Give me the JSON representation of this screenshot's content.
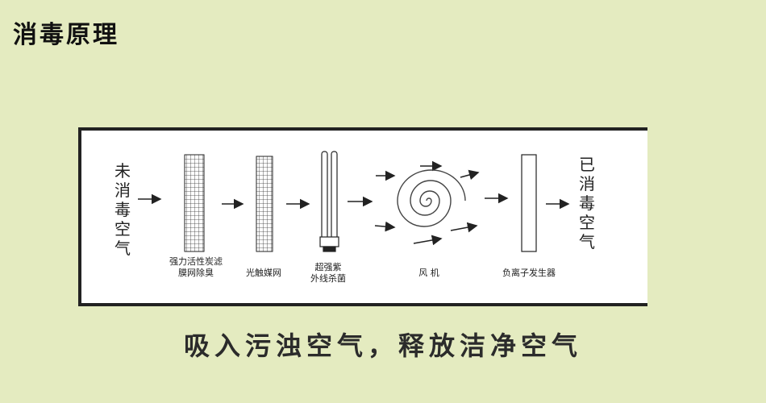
{
  "title": "消毒原理",
  "diagram": {
    "input_label": "未消毒空气",
    "output_label": "已消毒空气",
    "stages": [
      {
        "name": "activated-carbon-filter",
        "label": "强力活性炭滤\n膜网除臭"
      },
      {
        "name": "photocatalyst-mesh",
        "label": "光触媒网"
      },
      {
        "name": "uv-lamp",
        "label": "超强紫\n外线杀菌"
      },
      {
        "name": "fan",
        "label": "风 机"
      },
      {
        "name": "ion-generator",
        "label": "负离子发生器"
      }
    ]
  },
  "slogan": "吸入污浊空气，释放洁净空气",
  "colors": {
    "background": "#e4ebc0",
    "panel": "#ffffff",
    "ink": "#222222"
  }
}
